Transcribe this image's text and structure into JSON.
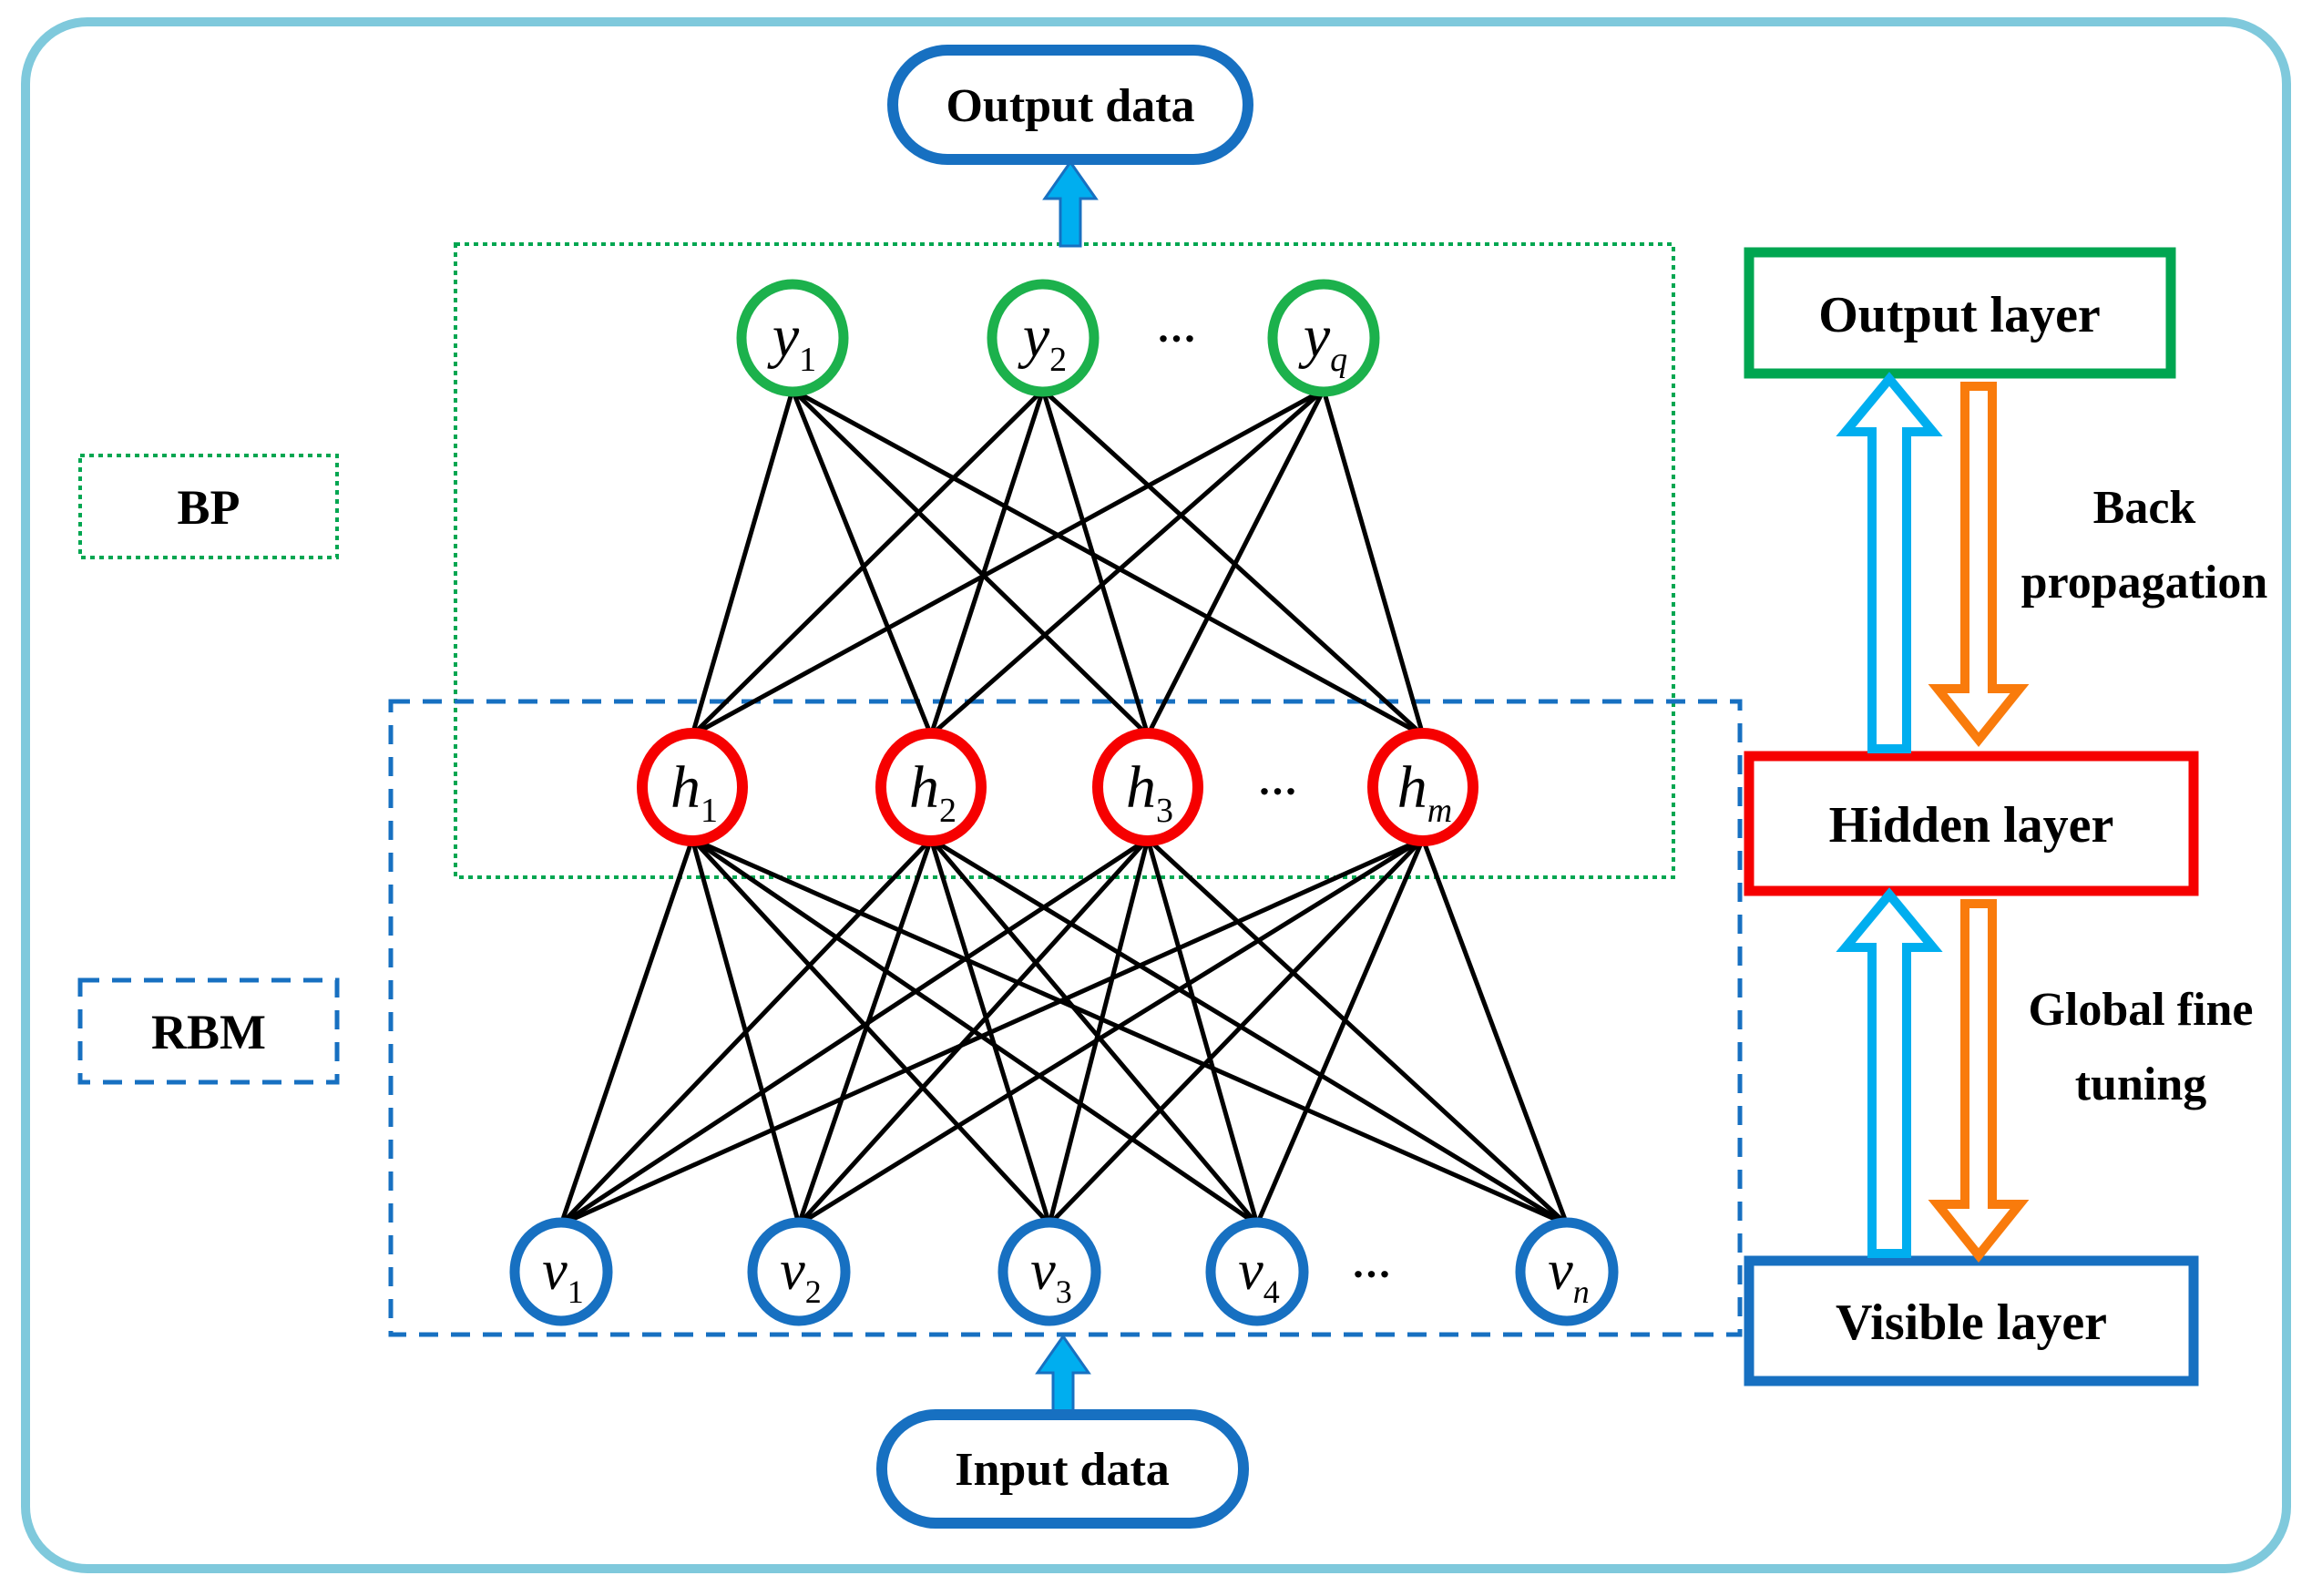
{
  "colors": {
    "frame": "#7FC9DC",
    "blue": "#1770C1",
    "cyan": "#00AEEF",
    "orange": "#F97B0C",
    "green_box": "#00A651",
    "green_node": "#1CB14C",
    "red": "#F60000",
    "edge": "#000000"
  },
  "io": {
    "output_label": "Output data",
    "input_label": "Input data"
  },
  "regions": {
    "bp_label": "BP",
    "rbm_label": "RBM"
  },
  "legend": {
    "output_layer": "Output layer",
    "hidden_layer": "Hidden layer",
    "visible_layer": "Visible layer",
    "back_prop_line1": "Back",
    "back_prop_line2": "propagation",
    "fine_tune_line1": "Global fine",
    "fine_tune_line2": "tuning"
  },
  "network": {
    "ellipsis": "...",
    "output_nodes": [
      {
        "base": "y",
        "sub": "1"
      },
      {
        "base": "y",
        "sub": "2"
      },
      {
        "base": "y",
        "sub": "q"
      }
    ],
    "hidden_nodes": [
      {
        "base": "h",
        "sub": "1"
      },
      {
        "base": "h",
        "sub": "2"
      },
      {
        "base": "h",
        "sub": "3"
      },
      {
        "base": "h",
        "sub": "m"
      }
    ],
    "visible_nodes": [
      {
        "base": "v",
        "sub": "1"
      },
      {
        "base": "v",
        "sub": "2"
      },
      {
        "base": "v",
        "sub": "3"
      },
      {
        "base": "v",
        "sub": "4"
      },
      {
        "base": "v",
        "sub": "n"
      }
    ]
  }
}
